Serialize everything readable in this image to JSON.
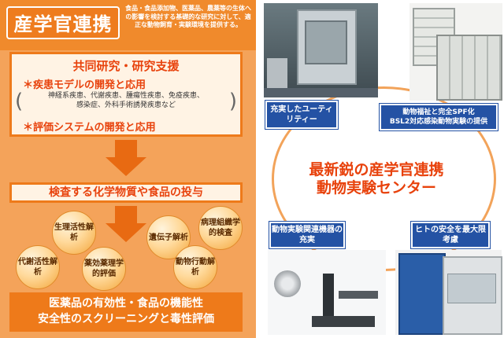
{
  "header": {
    "title": "産学官連携",
    "description": "食品・食品添加物、医薬品、農薬等の生体への影響を検討する基礎的な研究に対して、適正な動物飼育・実験環境を提供する。"
  },
  "research_box": {
    "heading": "共同研究・研究支援",
    "item1": "＊疾患モデルの開発と応用",
    "diseases_line1": "神経系疾患、代謝疾患、腫瘍性疾患、免疫疾患、",
    "diseases_line2": "感染症、外科手術誘発疾患など",
    "item2": "＊評価システムの開発と応用"
  },
  "admin_box": {
    "text": "検査する化学物質や食品の投与"
  },
  "circles": [
    {
      "label": "生理活性解析"
    },
    {
      "label": "遺伝子解析"
    },
    {
      "label": "病理組織学的検査"
    },
    {
      "label": "代謝活性解析"
    },
    {
      "label": "薬効薬理学的評価"
    },
    {
      "label": "動物行動解析"
    }
  ],
  "result_box": {
    "line1": "医薬品の有効性・食品の機能性",
    "line2": "安全性のスクリーニングと毒性評価"
  },
  "center": {
    "line1": "最新鋭の産学官連携",
    "line2": "動物実験センター"
  },
  "labels": {
    "utility": "充実したユーティリティー",
    "welfare_line1": "動物福祉と完全SPF化",
    "welfare_line2": "BSL2対応感染動物実験の提供",
    "equipment": "動物実験関連機器の充実",
    "safety": "ヒトの安全を最大限考慮"
  },
  "colors": {
    "accent_orange": "#ee7a1a",
    "label_blue": "#2452a4",
    "center_red": "#e8420c"
  }
}
